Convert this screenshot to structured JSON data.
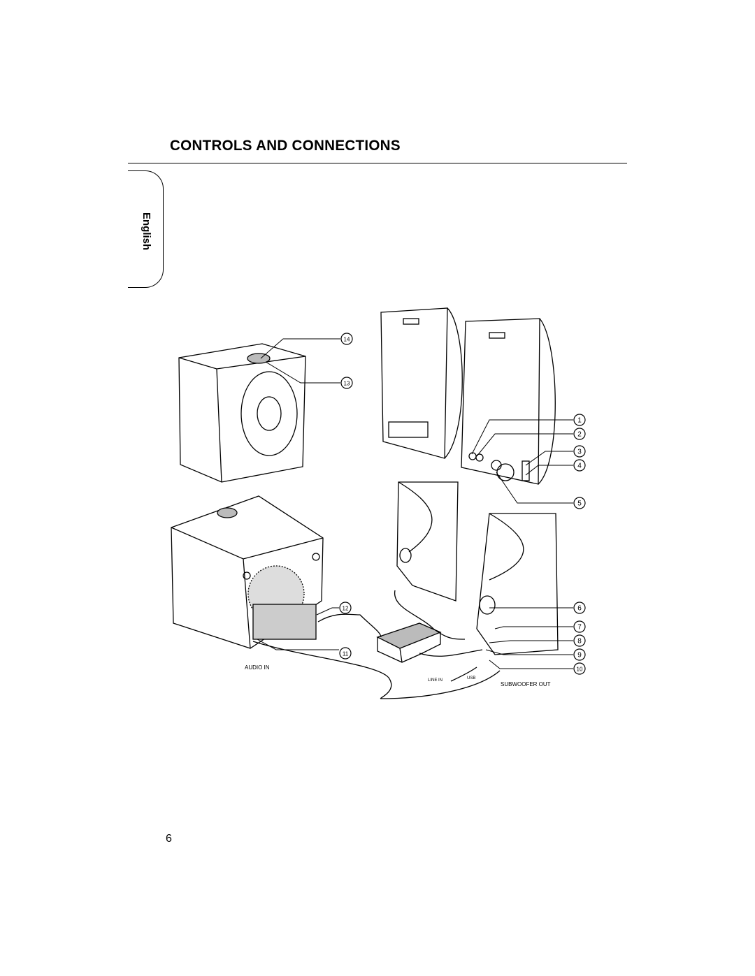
{
  "page": {
    "title": "CONTROLS AND CONNECTIONS",
    "language_tab": "English",
    "page_number": "6"
  },
  "figure": {
    "callouts": [
      "1",
      "2",
      "3",
      "4",
      "5",
      "6",
      "7",
      "8",
      "9",
      "10",
      "11",
      "12",
      "13",
      "14"
    ],
    "labels": {
      "audio_in": "AUDIO IN",
      "line_in": "LINE IN",
      "usb": "USB",
      "subwoofer_out": "SUBWOOFER OUT"
    }
  }
}
